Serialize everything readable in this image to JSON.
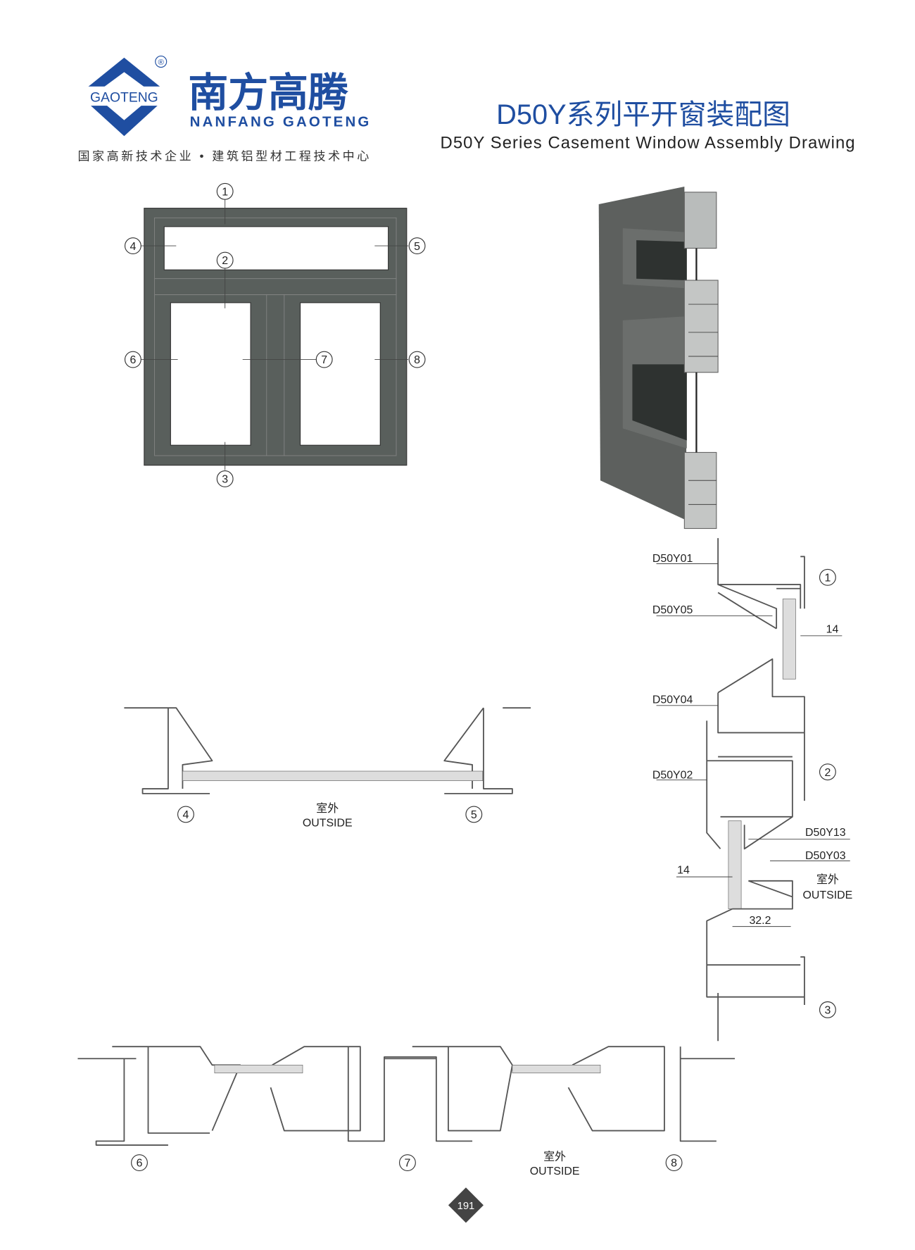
{
  "logo": {
    "brand_en": "GAOTENG",
    "registered": "®",
    "brand_cn": "南方高腾",
    "brand_pinyin": "NANFANG GAOTENG",
    "tagline": "国家高新技术企业 • 建筑铝型材工程技术中心"
  },
  "header": {
    "title_cn": "D50Y系列平开窗装配图",
    "title_en": "D50Y Series Casement Window Assembly Drawing"
  },
  "elevation": {
    "callouts": [
      "1",
      "2",
      "3",
      "4",
      "5",
      "6",
      "7",
      "8"
    ]
  },
  "vertical_section": {
    "profiles": [
      "D50Y01",
      "D50Y05",
      "D50Y04",
      "D50Y02",
      "D50Y13",
      "D50Y03"
    ],
    "dim_top": "14",
    "dim_bottom": "14",
    "dim_width": "32.2",
    "outside_cn": "室外",
    "outside_en": "OUTSIDE",
    "callouts": [
      "1",
      "2",
      "3"
    ]
  },
  "transom_section": {
    "outside_cn": "室外",
    "outside_en": "OUTSIDE",
    "callouts": [
      "4",
      "5"
    ]
  },
  "bottom_section": {
    "outside_cn": "室外",
    "outside_en": "OUTSIDE",
    "callouts": [
      "6",
      "7",
      "8"
    ]
  },
  "page_number": "191",
  "colors": {
    "brand_blue": "#1f4ea1",
    "frame_gray": "#595f5c"
  }
}
